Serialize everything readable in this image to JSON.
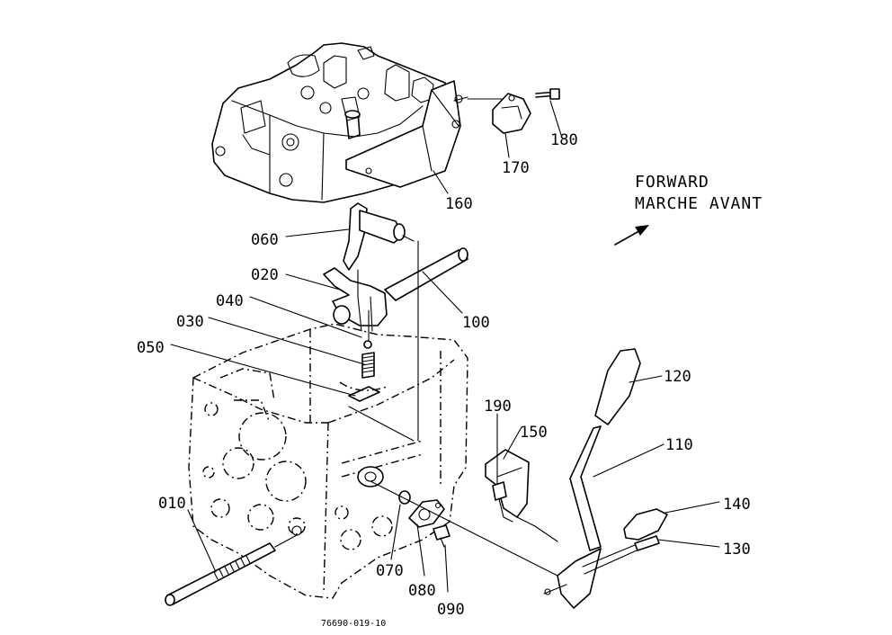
{
  "heading": {
    "line1": "FORWARD",
    "line2": "MARCHE AVANT"
  },
  "parts": {
    "p010": "010",
    "p020": "020",
    "p030": "030",
    "p040": "040",
    "p050": "050",
    "p060": "060",
    "p070": "070",
    "p080": "080",
    "p090": "090",
    "p100": "100",
    "p110": "110",
    "p120": "120",
    "p130": "130",
    "p140": "140",
    "p150": "150",
    "p160": "160",
    "p170": "170",
    "p180": "180",
    "p190": "190"
  },
  "drawing_code": "76690-019-10",
  "icons": {
    "direction": "arrow-icon"
  }
}
